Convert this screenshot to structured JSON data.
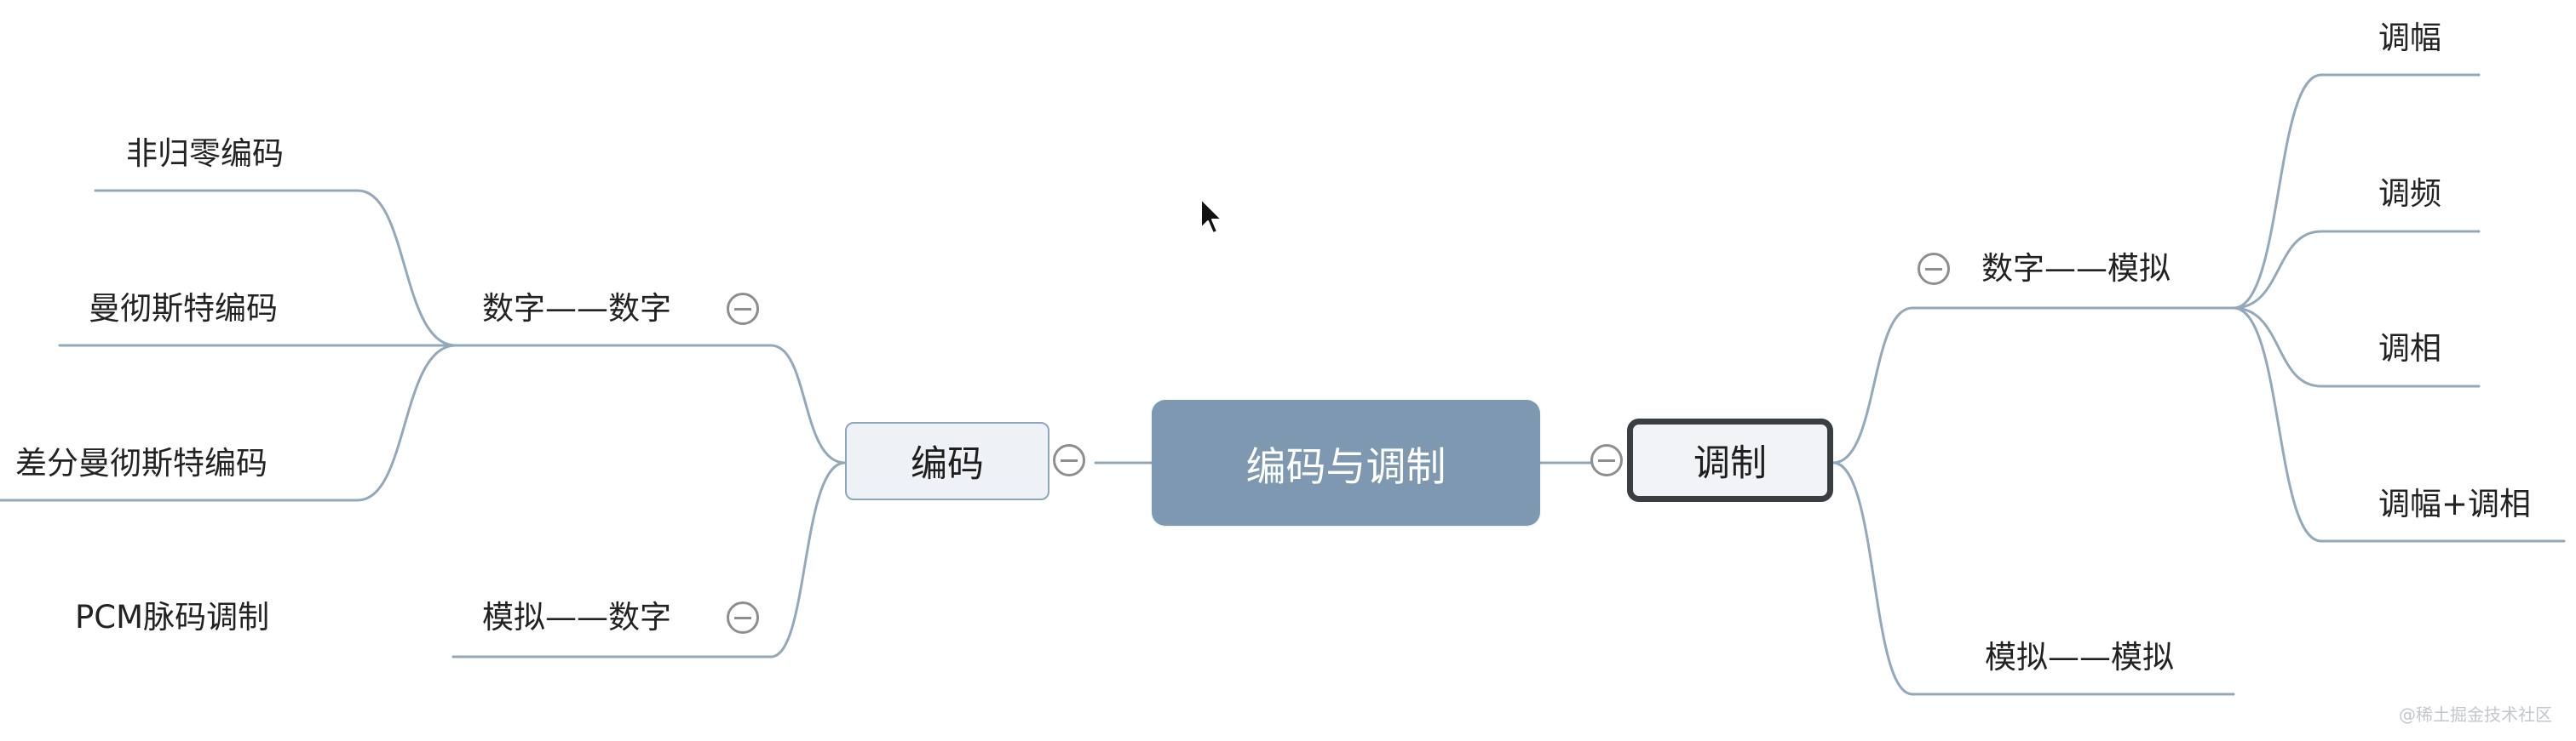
{
  "central_topic": "编码与调制",
  "left": {
    "topic": "编码",
    "branches": [
      {
        "label": "数字——数字",
        "leaves": [
          "非归零编码",
          "曼彻斯特编码",
          "差分曼彻斯特编码"
        ]
      },
      {
        "label": "模拟——数字",
        "leaves": [
          "PCM脉码调制"
        ]
      }
    ]
  },
  "right": {
    "topic": "调制",
    "branches": [
      {
        "label": "数字——模拟",
        "leaves": [
          "调幅",
          "调频",
          "调相",
          "调幅+调相"
        ]
      },
      {
        "label": "模拟——模拟",
        "leaves": []
      }
    ]
  },
  "watermark": "@稀土掘金技术社区",
  "colors": {
    "central_fill": "#7d98b0",
    "connector": "#93a8bb",
    "topic_left_fill": "#eef1f5",
    "topic_right_border": "#3a3d42"
  },
  "icons": {
    "collapse": "collapse-minus-icon",
    "cursor": "mouse-pointer-icon"
  }
}
